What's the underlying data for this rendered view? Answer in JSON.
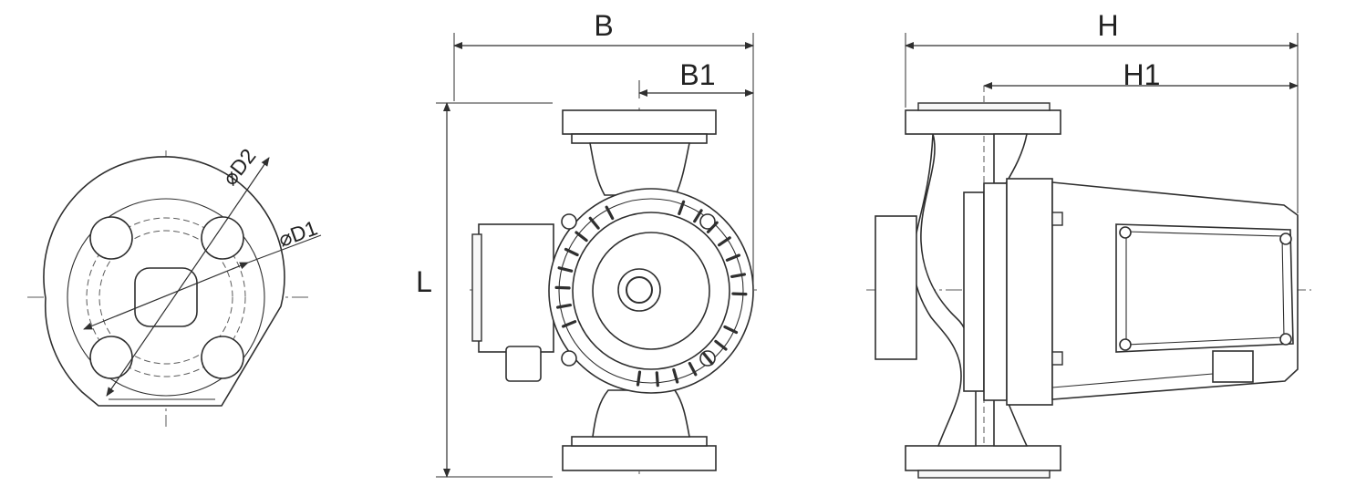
{
  "labels": {
    "overall_width": "B",
    "center_to_edge_width": "B1",
    "overall_height": "H",
    "axis_to_end_height": "H1",
    "port_to_port_length": "L",
    "outer_diameter": "⌀D2",
    "bolt_circle_diameter": "⌀D1"
  }
}
